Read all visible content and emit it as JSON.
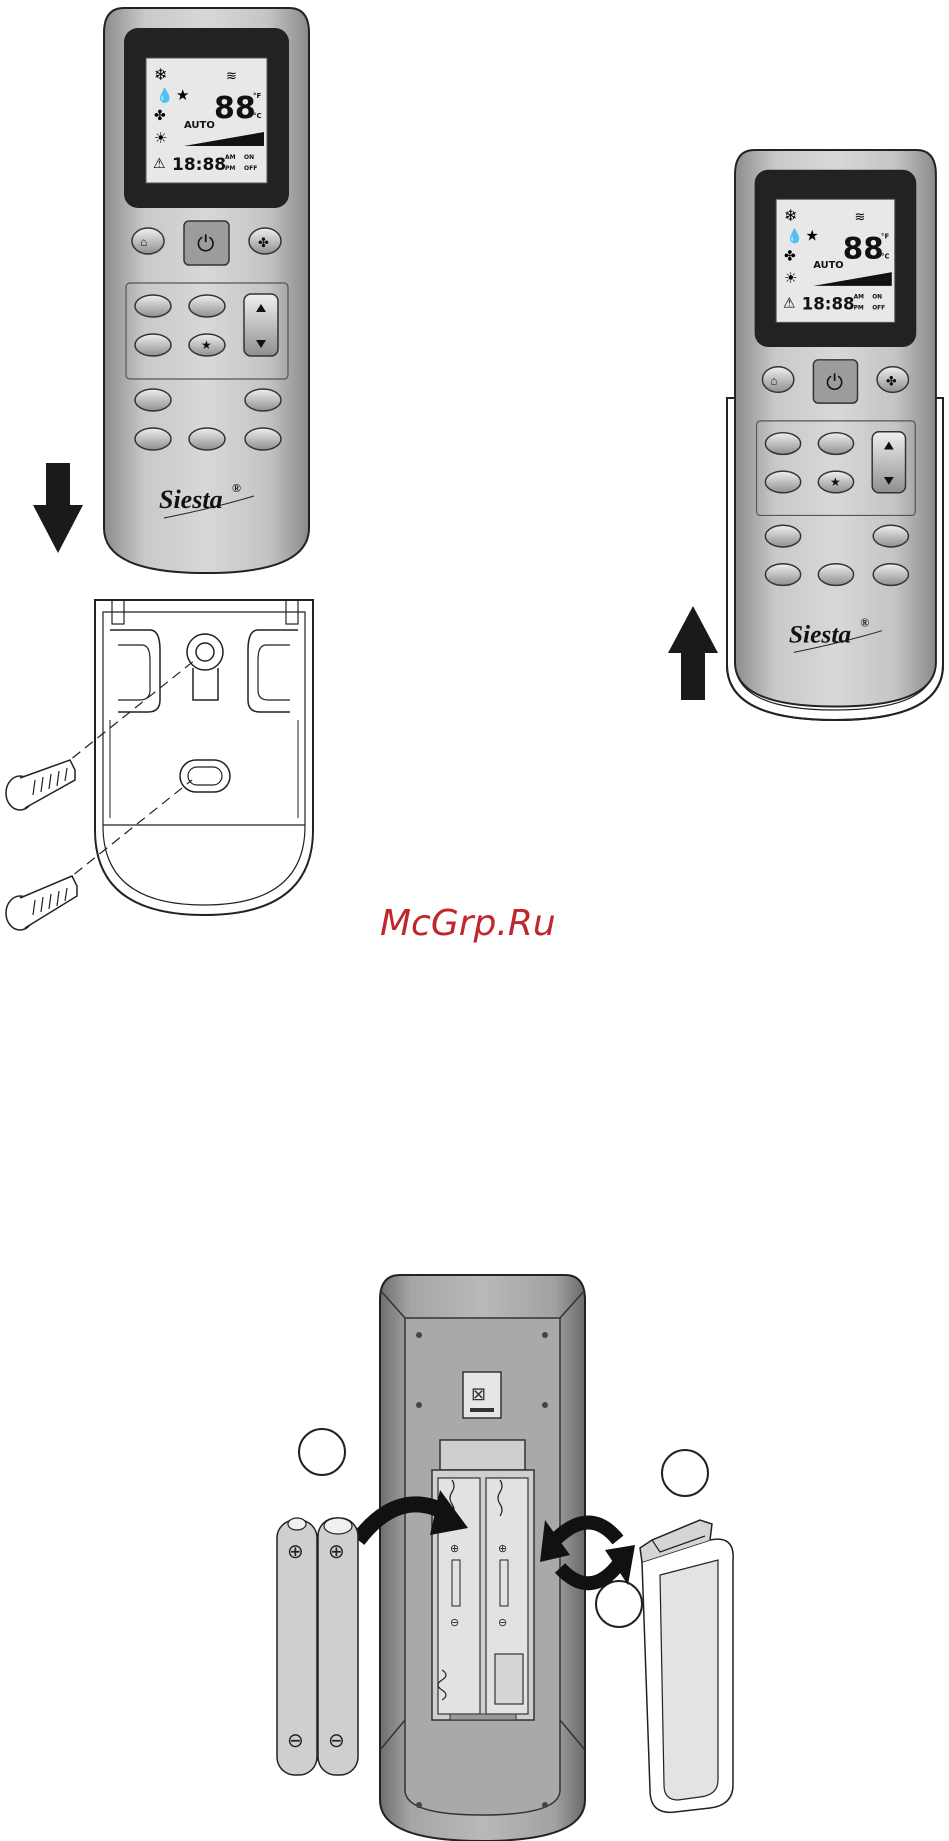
{
  "brand_name": "Siesta",
  "brand_mark": "®",
  "watermark": "McGrp.Ru",
  "lcd": {
    "temp_digits": "88",
    "temp_unit_f": "°F",
    "temp_unit_c": "°C",
    "mode_text": "AUTO",
    "clock": "18:88",
    "am": "AM",
    "pm": "PM",
    "on": "ON",
    "off": "OFF"
  },
  "icons": [
    "snowflake-icon",
    "drop-icon",
    "fan-icon",
    "sun-icon",
    "star-icon",
    "signal-icon",
    "power-icon",
    "warning-icon",
    "screw-icon",
    "arrow-down-icon",
    "arrow-up-icon",
    "rotate-arrows-icon",
    "battery-icon",
    "weee-bin-icon"
  ],
  "colors": {
    "remote_body": "#b7b7b7",
    "remote_dark": "#3a3a3a",
    "lcd_bg": "#e6e6e6",
    "watermark": "#c0272d"
  }
}
